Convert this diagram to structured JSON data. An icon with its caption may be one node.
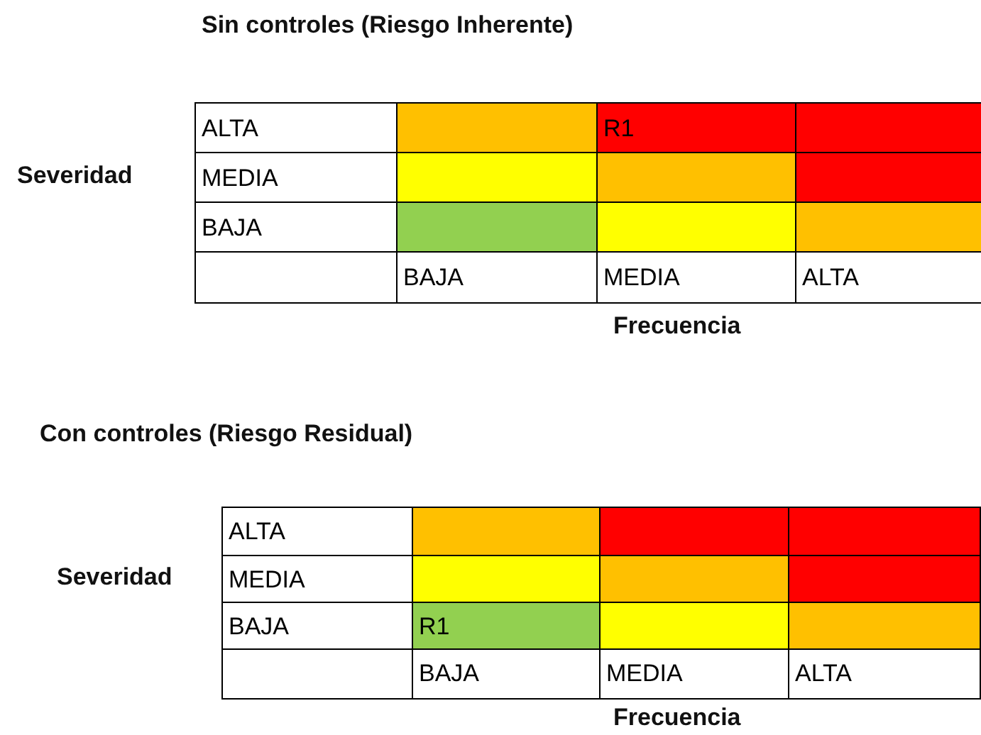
{
  "diagram": {
    "labels": [
      "Sin controles (Riesgo Inherente)",
      "Severidad",
      "ALTA",
      "R1",
      "MEDIA",
      "BAJA",
      "BAJA",
      "MEDIA",
      "ALTA",
      "Frecuencia",
      "Con controles (Riesgo Residual)",
      "Severidad",
      "ALTA",
      "MEDIA",
      "BAJA",
      "R1",
      "BAJA",
      "MEDIA",
      "ALTA",
      "Frecuencia"
    ]
  }
}
